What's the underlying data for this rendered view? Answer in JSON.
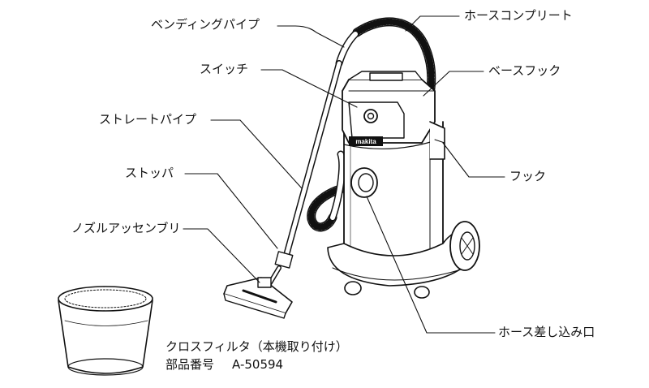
{
  "labels": {
    "bending_pipe": "ベンディングパイプ",
    "switch": "スイッチ",
    "straight_pipe": "ストレートパイプ",
    "stopper": "ストッパ",
    "nozzle_assembly": "ノズルアッセンブリ",
    "hose_complete": "ホースコンプリート",
    "base_hook": "ベースフック",
    "hook": "フック",
    "hose_inlet": "ホース差し込み口"
  },
  "filter": {
    "name": "クロスフィルタ（本機取り付け）",
    "part_label": "部品番号",
    "part_number": "A-50594"
  },
  "brand": "makita"
}
